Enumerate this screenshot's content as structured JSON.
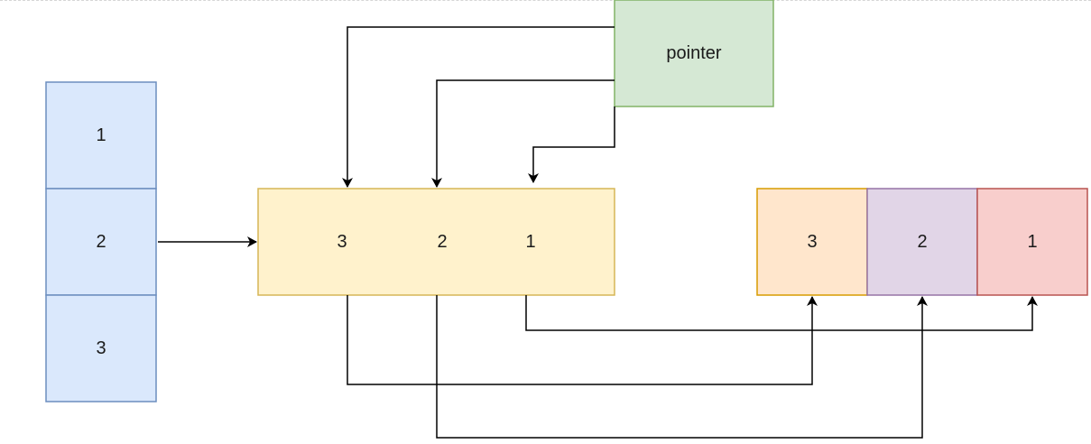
{
  "colors": {
    "stack_fill": "#dae8fc",
    "stack_stroke": "#6c8ebf",
    "buffer_fill": "#fff2cc",
    "buffer_stroke": "#d6b656",
    "pointer_fill": "#d5e8d4",
    "pointer_stroke": "#82b366",
    "out3_fill": "#ffe6cc",
    "out3_stroke": "#d79b00",
    "out2_fill": "#e1d5e7",
    "out2_stroke": "#9673a6",
    "out1_fill": "#f8cecc",
    "out1_stroke": "#b85450",
    "arrow": "#000000"
  },
  "stack": {
    "cells": [
      "1",
      "2",
      "3"
    ]
  },
  "buffer": {
    "items": [
      "3",
      "2",
      "1"
    ]
  },
  "pointer": {
    "label": "pointer"
  },
  "output": {
    "cells": [
      "3",
      "2",
      "1"
    ]
  }
}
